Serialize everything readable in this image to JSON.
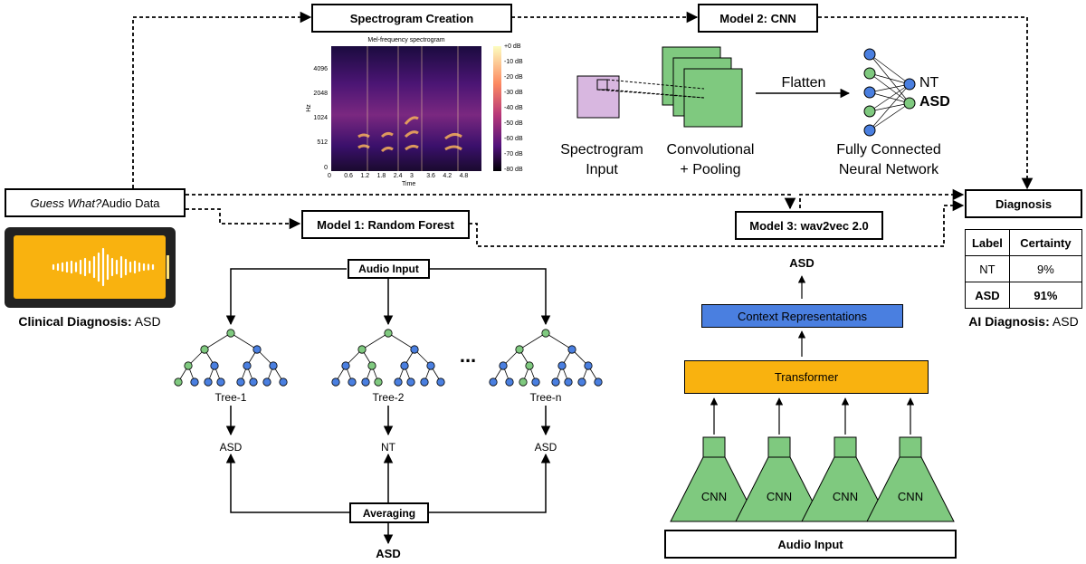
{
  "input": {
    "title_italic": "Guess What?",
    "title_rest": " Audio Data",
    "clinical_label": "Clinical Diagnosis:",
    "clinical_value": "ASD"
  },
  "spectrogram": {
    "box_label": "Spectrogram Creation",
    "plot_title": "Mel-frequency spectrogram",
    "y_axis_label": "Hz",
    "x_axis_label": "Time",
    "y_ticks": [
      "4096",
      "2048",
      "1024",
      "512",
      "0"
    ],
    "x_ticks": [
      "0",
      "0.6",
      "1.2",
      "1.8",
      "2.4",
      "3",
      "3.6",
      "4.2",
      "4.8"
    ],
    "colorbar_ticks": [
      "+0 dB",
      "-10 dB",
      "-20 dB",
      "-30 dB",
      "-40 dB",
      "-50 dB",
      "-60 dB",
      "-70 dB",
      "-80 dB"
    ]
  },
  "cnn": {
    "box_label": "Model 2: CNN",
    "input_label_1": "Spectrogram",
    "input_label_2": "Input",
    "conv_label_1": "Convolutional",
    "conv_label_2": "+ Pooling",
    "flatten_label": "Flatten",
    "nn_label_1": "Fully Connected",
    "nn_label_2": "Neural Network",
    "out_nt": "NT",
    "out_asd": "ASD"
  },
  "random_forest": {
    "box_label": "Model 1: Random Forest",
    "audio_input": "Audio Input",
    "trees": [
      {
        "name": "Tree-1",
        "output": "ASD"
      },
      {
        "name": "Tree-2",
        "output": "NT"
      },
      {
        "name": "Tree-n",
        "output": "ASD"
      }
    ],
    "ellipsis": "...",
    "averaging": "Averaging",
    "final": "ASD"
  },
  "wav2vec": {
    "box_label": "Model 3: wav2vec 2.0",
    "output": "ASD",
    "context": "Context Representations",
    "transformer": "Transformer",
    "cnn_blocks": [
      "CNN",
      "CNN",
      "CNN",
      "CNN"
    ],
    "audio_input": "Audio Input"
  },
  "diagnosis": {
    "box_label": "Diagnosis",
    "headers": [
      "Label",
      "Certainty"
    ],
    "rows": [
      [
        "NT",
        "9%"
      ],
      [
        "ASD",
        "91%"
      ]
    ],
    "ai_label": "AI Diagnosis:",
    "ai_value": "ASD"
  },
  "colors": {
    "green": "#7fc97f",
    "blue": "#4a7fe0",
    "purple": "#d8b7e0",
    "orange": "#f9b20f",
    "dark": "#222222"
  }
}
